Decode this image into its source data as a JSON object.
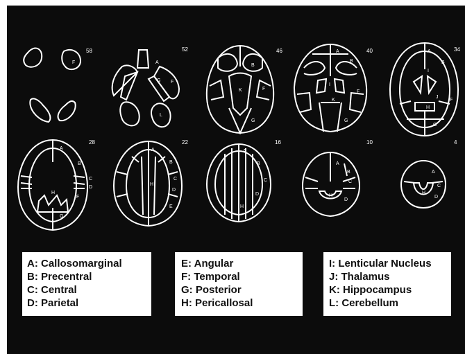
{
  "colors": {
    "background": "#0c0c0c",
    "outline": "#ffffff",
    "legend_bg": "#ffffff",
    "legend_text": "#111111"
  },
  "slices": [
    {
      "level": "58",
      "letters": [
        "F"
      ]
    },
    {
      "level": "52",
      "letters": [
        "A",
        "G",
        "F",
        "L"
      ]
    },
    {
      "level": "46",
      "letters": [
        "B",
        "K",
        "F",
        "G"
      ]
    },
    {
      "level": "40",
      "letters": [
        "A",
        "B",
        "I",
        "K",
        "F",
        "G"
      ]
    },
    {
      "level": "34",
      "letters": [
        "A",
        "B",
        "I",
        "J",
        "H",
        "F",
        "G"
      ]
    },
    {
      "level": "28",
      "letters": [
        "A",
        "B",
        "C",
        "D",
        "H",
        "F",
        "G"
      ]
    },
    {
      "level": "22",
      "letters": [
        "A",
        "B",
        "C",
        "D",
        "H",
        "E"
      ]
    },
    {
      "level": "16",
      "letters": [
        "A",
        "B",
        "C",
        "D",
        "H"
      ]
    },
    {
      "level": "10",
      "letters": [
        "A",
        "B",
        "C",
        "H",
        "D"
      ]
    },
    {
      "level": "4",
      "letters": [
        "A",
        "C",
        "H",
        "D"
      ]
    }
  ],
  "legend": {
    "col1": [
      "A: Callosomarginal",
      "B: Precentral",
      "C: Central",
      "D: Parietal"
    ],
    "col2": [
      "E: Angular",
      "F: Temporal",
      "G: Posterior",
      "H: Pericallosal"
    ],
    "col3": [
      "I: Lenticular Nucleus",
      "J: Thalamus",
      "K: Hippocampus",
      "L: Cerebellum"
    ]
  }
}
